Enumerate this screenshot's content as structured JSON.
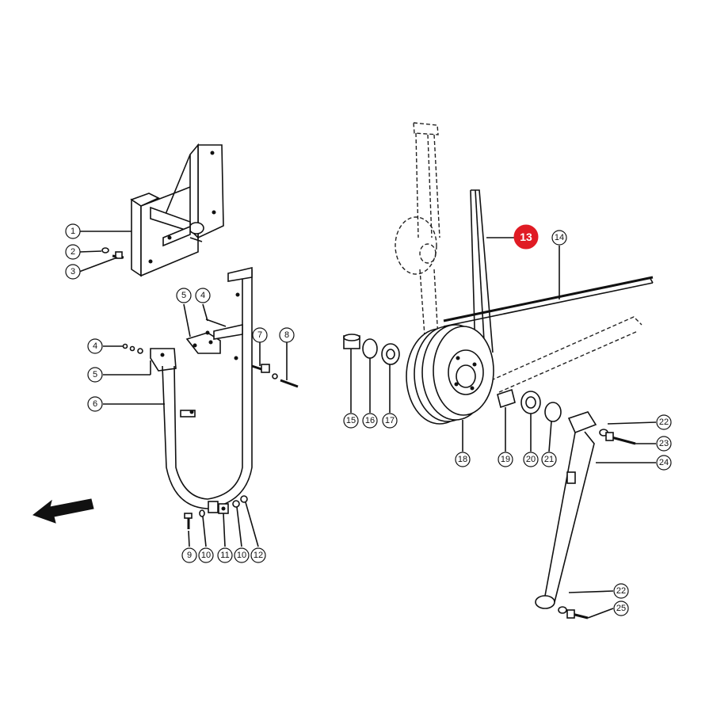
{
  "diagram": {
    "callouts": [
      {
        "id": "c1",
        "label": "1"
      },
      {
        "id": "c2",
        "label": "2"
      },
      {
        "id": "c3",
        "label": "3"
      },
      {
        "id": "c4a",
        "label": "4"
      },
      {
        "id": "c5a",
        "label": "5"
      },
      {
        "id": "c4b",
        "label": "4"
      },
      {
        "id": "c5b",
        "label": "5"
      },
      {
        "id": "c6",
        "label": "6"
      },
      {
        "id": "c7",
        "label": "7"
      },
      {
        "id": "c8",
        "label": "8"
      },
      {
        "id": "c9",
        "label": "9"
      },
      {
        "id": "c10a",
        "label": "10"
      },
      {
        "id": "c11",
        "label": "11"
      },
      {
        "id": "c10b",
        "label": "10"
      },
      {
        "id": "c12",
        "label": "12"
      },
      {
        "id": "c14",
        "label": "14"
      },
      {
        "id": "c15",
        "label": "15"
      },
      {
        "id": "c16",
        "label": "16"
      },
      {
        "id": "c17",
        "label": "17"
      },
      {
        "id": "c18",
        "label": "18"
      },
      {
        "id": "c19",
        "label": "19"
      },
      {
        "id": "c20",
        "label": "20"
      },
      {
        "id": "c21",
        "label": "21"
      },
      {
        "id": "c22a",
        "label": "22"
      },
      {
        "id": "c23",
        "label": "23"
      },
      {
        "id": "c24",
        "label": "24"
      },
      {
        "id": "c22b",
        "label": "22"
      },
      {
        "id": "c25",
        "label": "25"
      }
    ],
    "highlight": {
      "label": "13",
      "color": "#e01b24"
    }
  }
}
